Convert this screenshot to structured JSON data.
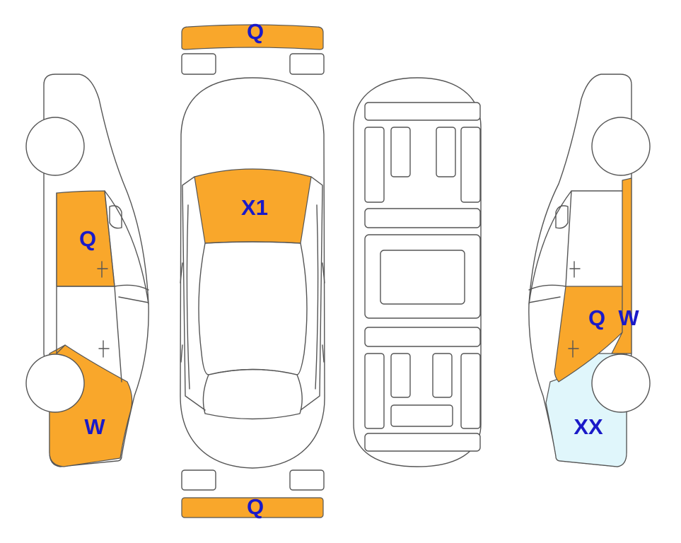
{
  "colors": {
    "damage_orange": "#f9a72b",
    "damage_light_blue": "#e0f6fb",
    "label_blue": "#1a1ac8",
    "outline": "#555555"
  },
  "labels": {
    "front_bumper": "Q",
    "rear_bumper": "Q",
    "hood": "X1",
    "left_front_door": "Q",
    "left_front_fender": "W",
    "right_front_door": "Q",
    "right_a_pillar": "W",
    "right_front_fender": "XX"
  }
}
